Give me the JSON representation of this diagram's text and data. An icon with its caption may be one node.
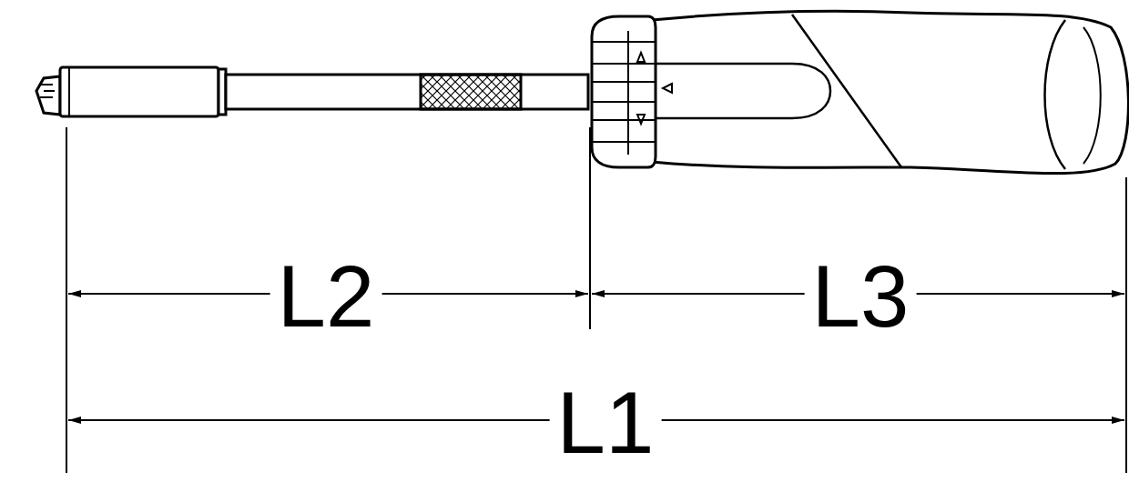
{
  "diagram": {
    "labels": [
      "L2",
      "L3",
      "L1"
    ]
  }
}
